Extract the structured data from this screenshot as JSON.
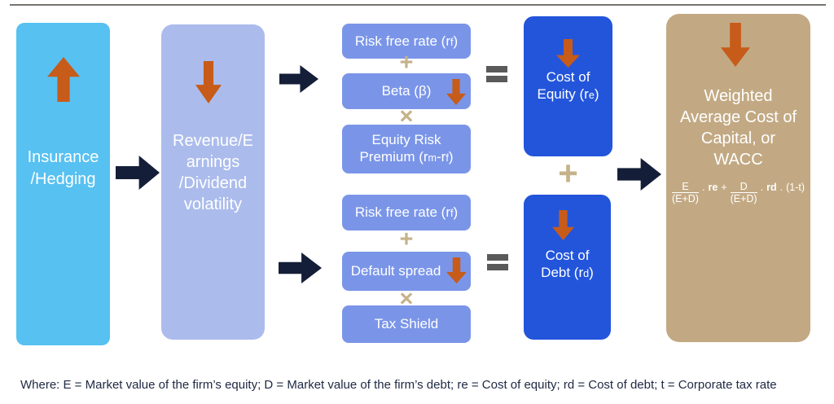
{
  "colors": {
    "driver_box": "#57C1F1",
    "volatility_box": "#ABBCEC",
    "input_box": "#7A95E8",
    "cost_box": "#2355DB",
    "wacc_box": "#C2A983",
    "orange_arrow": "#C75B19",
    "navy_arrow": "#141E38",
    "operator_tan": "#C6B28A",
    "equals_gray": "#5A5A5A"
  },
  "driver": {
    "line1": "Insurance",
    "line2": "/Hedging"
  },
  "volatility": {
    "line1": "Revenue/E",
    "line2": "arnings",
    "line3": "/Dividend",
    "line4": "volatility"
  },
  "equity_branch": {
    "risk_free": {
      "pre": "Risk free rate (r",
      "sub": "f",
      "post": ")"
    },
    "plus": "+",
    "beta": "Beta (β)",
    "times": "×",
    "erp_line1": "Equity Risk",
    "erp_line2": {
      "pre": "Premium (r",
      "sub1": "m",
      "mid": "-r",
      "sub2": "f",
      "post": ")"
    }
  },
  "debt_branch": {
    "risk_free": {
      "pre": "Risk free rate (r",
      "sub": "f",
      "post": ")"
    },
    "plus": "+",
    "default_spread": "Default spread",
    "times": "×",
    "tax_shield": "Tax Shield"
  },
  "operators": {
    "equals": "=",
    "plus_between_costs": "+"
  },
  "cost_equity": {
    "line1": "Cost of",
    "pre": "Equity (r",
    "sub": "e",
    "post": ")"
  },
  "cost_debt": {
    "line1": "Cost of",
    "pre": "Debt (r",
    "sub": "d",
    "post": ")"
  },
  "wacc": {
    "title_line1": "Weighted",
    "title_line2": "Average Cost of",
    "title_line3": "Capital, or",
    "title_line4": "WACC",
    "formula": {
      "num1": "E",
      "den1": "(E+D)",
      "dot1": ".",
      "re": "re",
      "plus": "+",
      "num2": "D",
      "den2": "(E+D)",
      "dot2": ".",
      "rd": "rd",
      "dot3": ".",
      "tax": "(1-t)"
    }
  },
  "caption": "Where: E = Market value of the firm’s equity; D = Market value of the firm’s debt; re = Cost of equity; rd = Cost of debt; t = Corporate tax rate"
}
